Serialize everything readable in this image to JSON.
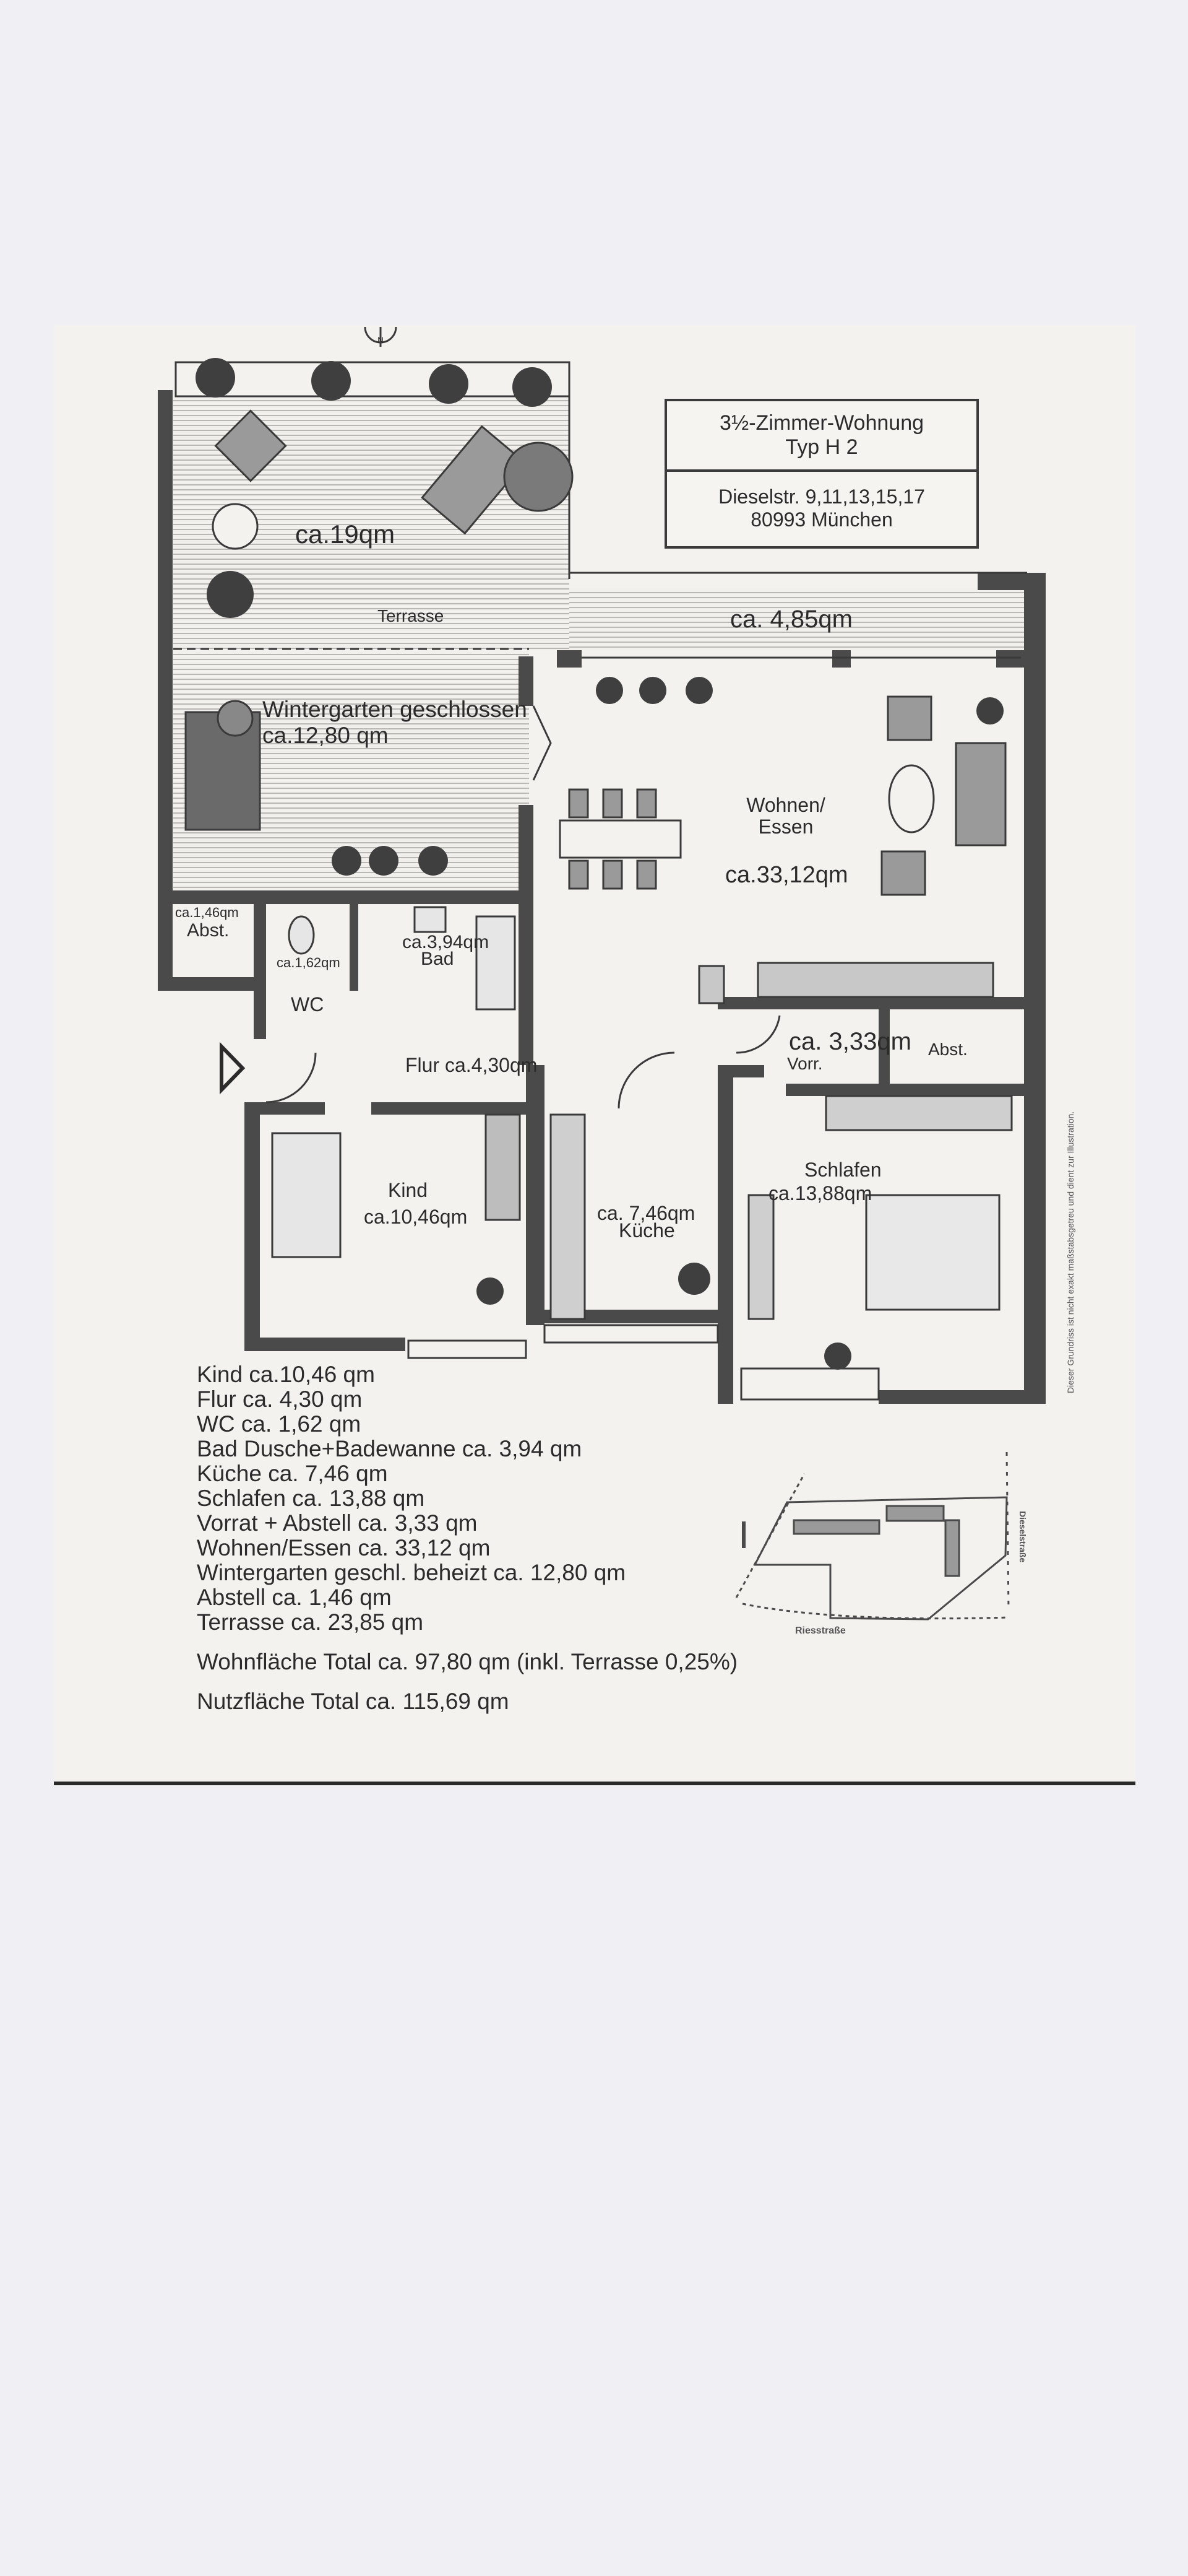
{
  "title_box": {
    "line1": "3½-Zimmer-Wohnung",
    "line2": "Typ H 2",
    "address1": "Dieselstr. 9,11,13,15,17",
    "address2": "80993 München"
  },
  "north": "N",
  "rooms": {
    "terrace_area": "ca.19qm",
    "terrace_label": "Terrasse",
    "terrace_small": "ca. 4,85qm",
    "wintergarten_label": "Wintergarten geschlossen",
    "wintergarten_area": "ca.12,80 qm",
    "wohnen_label1": "Wohnen/",
    "wohnen_label2": "Essen",
    "wohnen_area": "ca.33,12qm",
    "abst_area": "ca.1,46qm",
    "abst_label": "Abst.",
    "wc_area": "ca.1,62qm",
    "wc_label": "WC",
    "bad_area": "ca.3,94qm",
    "bad_label": "Bad",
    "flur": "Flur ca.4,30qm",
    "vorr_area": "ca. 3,33qm",
    "vorr_label": "Vorr.",
    "abst2_label": "Abst.",
    "kind_label": "Kind",
    "kind_area": "ca.10,46qm",
    "kueche_area": "ca. 7,46qm",
    "kueche_label": "Küche",
    "schlafen_label": "Schlafen",
    "schlafen_area": "ca.13,88qm"
  },
  "legend": [
    "Kind ca.10,46 qm",
    "Flur ca. 4,30 qm",
    "WC ca. 1,62 qm",
    "Bad Dusche+Badewanne ca. 3,94 qm",
    "Küche ca. 7,46 qm",
    "Schlafen ca. 13,88 qm",
    "Vorrat + Abstell ca. 3,33 qm",
    "Wohnen/Essen ca. 33,12 qm",
    "Wintergarten geschl. beheizt ca. 12,80 qm",
    "Abstell ca. 1,46 qm",
    "Terrasse ca. 23,85 qm"
  ],
  "totals": {
    "wohnflaeche": "Wohnfläche Total ca. 97,80 qm (inkl. Terrasse 0,25%)",
    "nutzflaeche": "Nutzfläche Total ca. 115,69 qm"
  },
  "site_plan": {
    "street_bottom": "Riesstraße",
    "street_right": "Dieselstraße"
  },
  "disclaimer": "Dieser Grundriss ist nicht exakt maßstabsgetreu und dient zur Illustration.",
  "colors": {
    "wall": "#4a4a4a",
    "paper": "#f3f2ef",
    "background": "#efeff4"
  }
}
